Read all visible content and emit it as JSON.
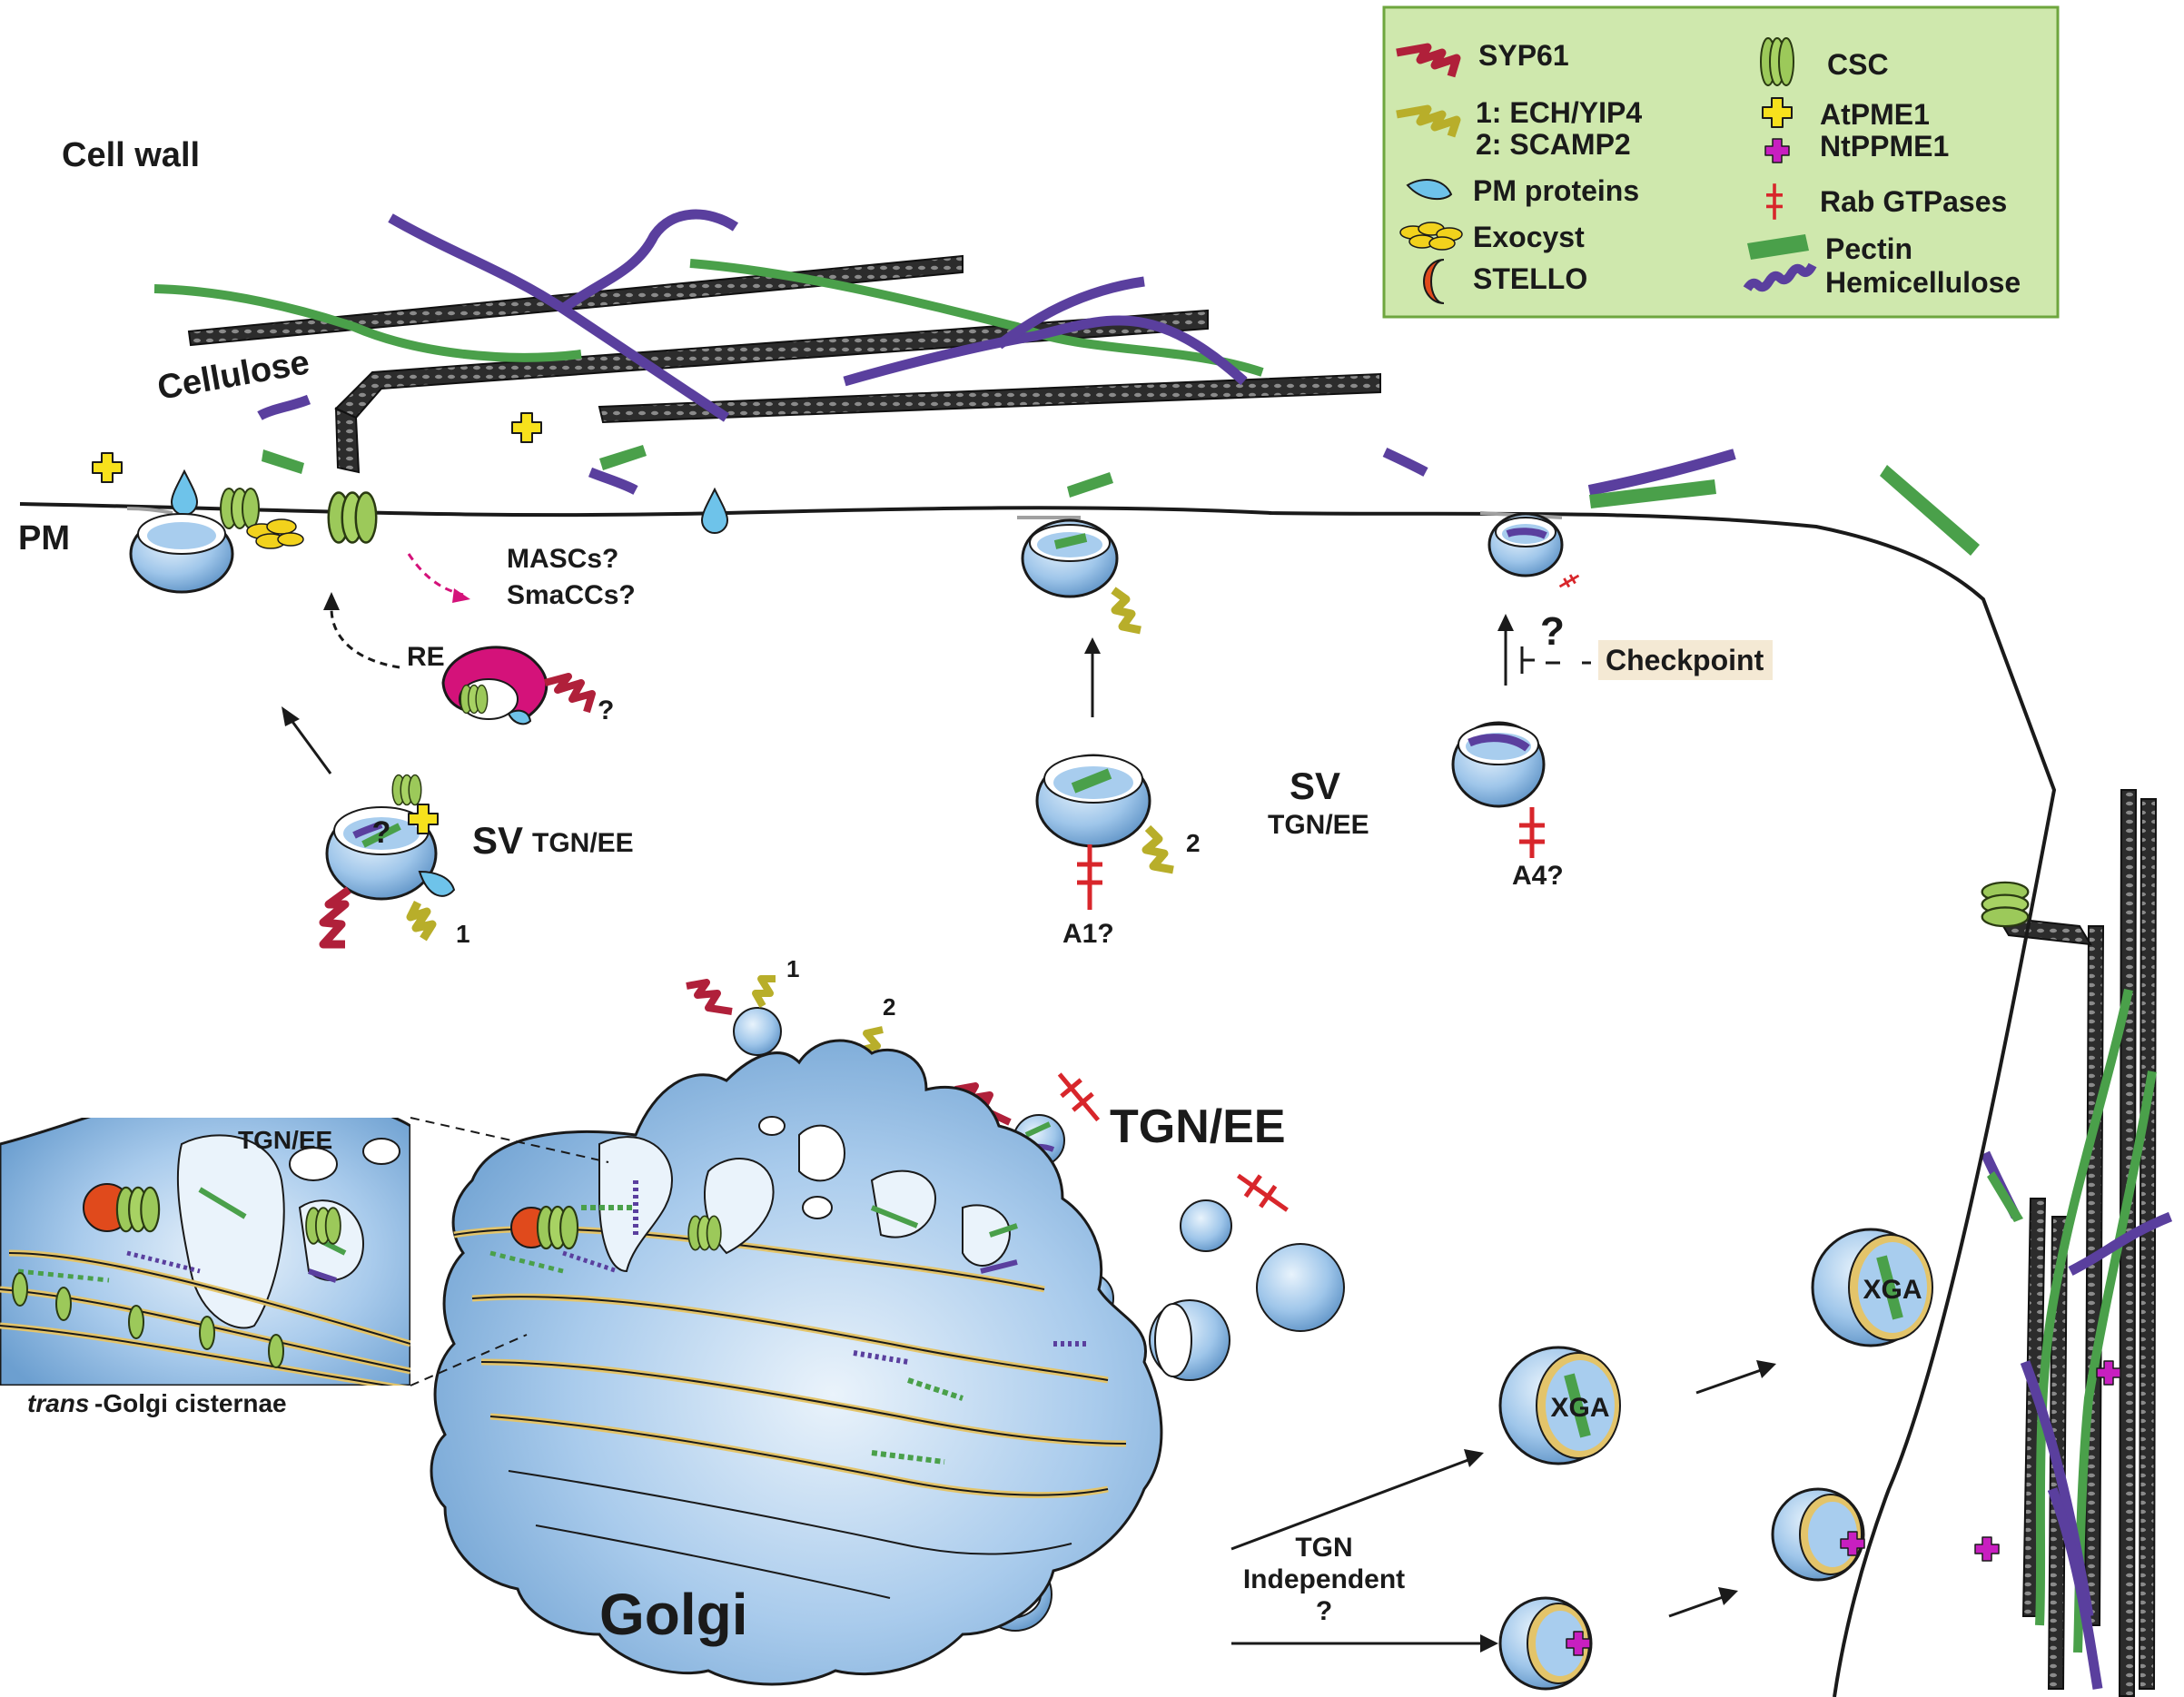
{
  "legend": {
    "col1": [
      "SYP61",
      "1: ECH/YIP4",
      "2: SCAMP2",
      "PM proteins",
      "Exocyst",
      "STELLO"
    ],
    "col2": [
      "CSC",
      "AtPME1",
      "NtPPME1",
      "Rab GTPases",
      "Pectin",
      "Hemicellulose"
    ]
  },
  "labels": {
    "cell_wall": "Cell wall",
    "cellulose": "Cellulose",
    "pm": "PM",
    "mascs": "MASCs?",
    "smaccs": "SmaCCs?",
    "re": "RE",
    "re_q": "?",
    "sv": "SV",
    "tgn_ee_small": "TGN/EE",
    "sv2": "SV",
    "tgn_ee_mid": "TGN/EE",
    "a1": "A1?",
    "a4": "A4?",
    "checkpoint": "Checkpoint",
    "q_big": "?",
    "num1": "1",
    "num2": "2",
    "num1b": "1",
    "num2b": "2",
    "tgn_ee_big": "TGN/EE",
    "tgn_ee_inset": "TGN/EE",
    "trans_golgi_italic": "trans",
    "trans_golgi_rest": "-Golgi cisternae",
    "golgi": "Golgi",
    "tgn_indep_1": "TGN",
    "tgn_indep_2": "Independent",
    "tgn_indep_3": "?",
    "xga1": "XGA",
    "xga2": "XGA"
  },
  "colors": {
    "legend_bg": "#cfe8ad",
    "legend_border": "#6ea63e",
    "syp61": "#b0203a",
    "ech": "#b8ae2a",
    "pm_protein": "#6ec3ea",
    "exocyst": "#f2d21c",
    "stello": "#e04a1c",
    "csc": "#9cc95a",
    "atpme1": "#f7e11c",
    "ntppme1": "#c81fc0",
    "rab": "#d8262b",
    "pectin": "#4aa04a",
    "hemicellulose": "#5a3f9e",
    "vesicle": "#a8cdee",
    "golgi": "#8fbde8",
    "golgi_rim": "#e3c46a",
    "checkpoint_bg": "#f4e9d4"
  }
}
